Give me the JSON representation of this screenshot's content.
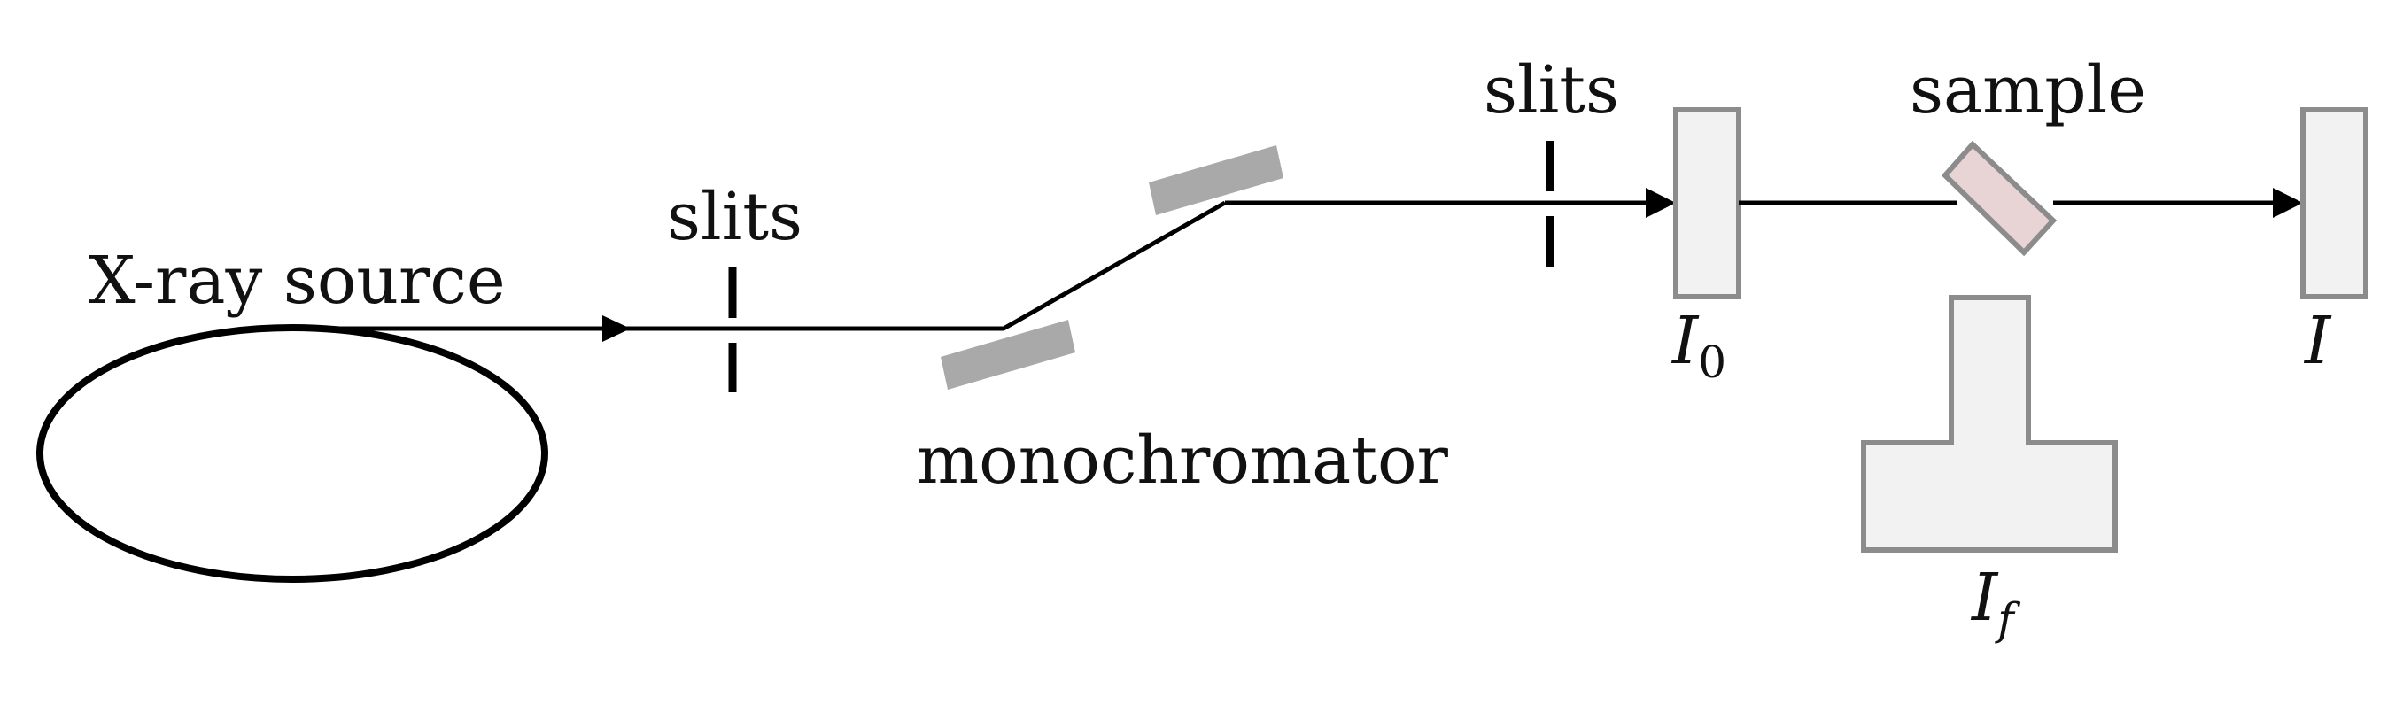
{
  "labels": {
    "source": "X-ray source",
    "slits_1": "slits",
    "monochromator": "monochromator",
    "slits_2": "slits",
    "sample": "sample"
  },
  "detectors": {
    "i0": {
      "symbol": "I",
      "subscript": "0"
    },
    "i": {
      "symbol": "I"
    },
    "if": {
      "symbol": "I",
      "subscript": "f"
    }
  },
  "colors": {
    "beam": "#000000",
    "crystal": "#a9a9a9",
    "detector_fill": "#f2f2f2",
    "detector_stroke": "#8c8c8c",
    "sample_fill": "#e8d4d4"
  }
}
